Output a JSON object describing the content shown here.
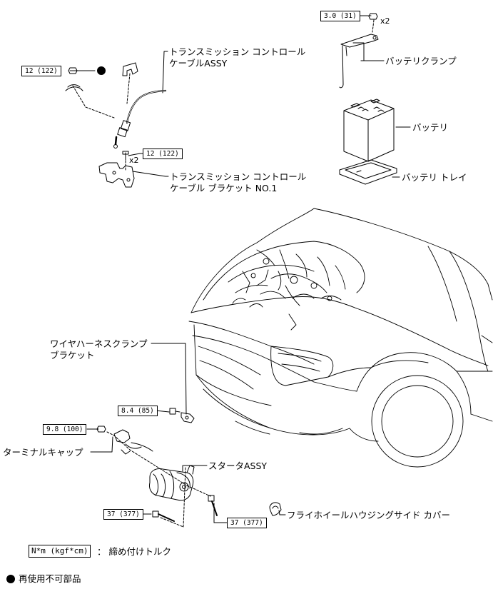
{
  "torque_specs": {
    "cable_nut": "12 (122)",
    "bracket_bolt": "12 (122)",
    "battery_clamp_nut": "3.0 (31)",
    "harness_bracket_bolt": "8.4 (85)",
    "terminal_nut": "9.8 (100)",
    "starter_bolt_left": "37 (377)",
    "starter_bolt_right": "37 (377)"
  },
  "multipliers": {
    "battery_clamp": "x2",
    "bracket": "x2"
  },
  "labels": {
    "control_cable_line1": "トランスミッション コントロール",
    "control_cable_line2": "ケーブルASSY",
    "cable_bracket_line1": "トランスミッション コントロール",
    "cable_bracket_line2": "ケーブル ブラケット NO.1",
    "battery_clamp": "バッテリクランプ",
    "battery": "バッテリ",
    "battery_tray": "バッテリ トレイ",
    "harness_bracket_line1": "ワイヤハーネスクランプ",
    "harness_bracket_line2": "ブラケット",
    "terminal_cap": "ターミナルキャップ",
    "starter": "スタータASSY",
    "flywheel_cover": "フライホイールハウジングサイド カバー"
  },
  "legend": {
    "unit_box": "N*m (kgf*cm)",
    "unit_text": "： 締め付けトルク",
    "non_reusable": "再使用不可部品"
  }
}
